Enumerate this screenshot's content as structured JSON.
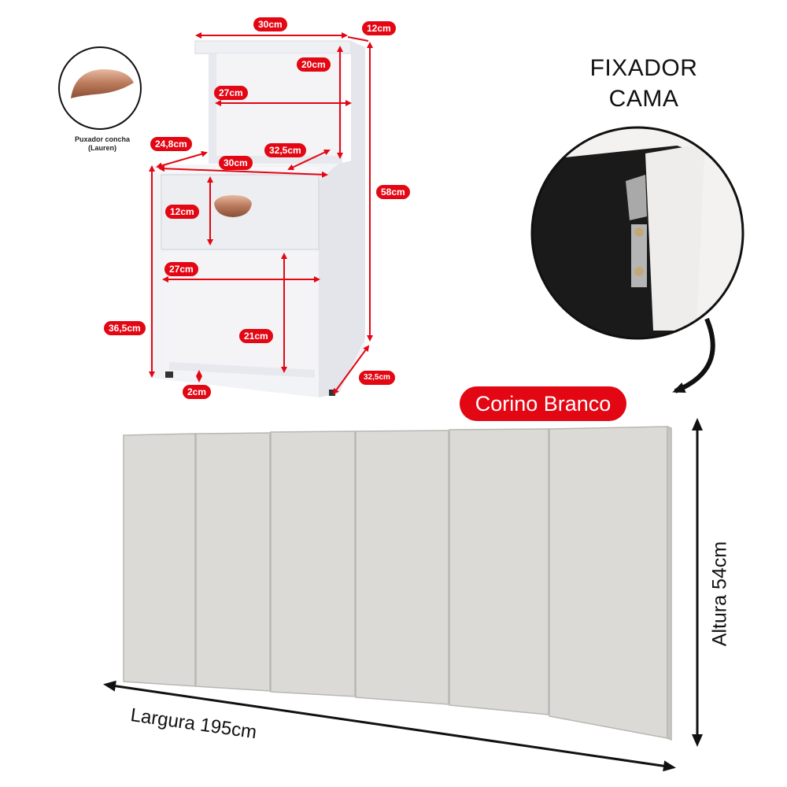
{
  "nightstand": {
    "labels": {
      "top_width": "30cm",
      "top_depth": "12cm",
      "niche_height": "20cm",
      "niche_width": "27cm",
      "side_depth": "24,8cm",
      "inner_depth": "32,5cm",
      "body_width": "30cm",
      "total_height": "58cm",
      "drawer_height": "12cm",
      "lower_width": "27cm",
      "body_height": "36,5cm",
      "lower_height": "21cm",
      "foot_height": "2cm",
      "base_depth": "32,5cm"
    },
    "handle_caption_line1": "Puxador concha",
    "handle_caption_line2": "(Lauren)"
  },
  "fixador": {
    "line1": "FIXADOR",
    "line2": "CAMA"
  },
  "headboard": {
    "material_label": "Corino Branco",
    "width_label": "Largura 195cm",
    "height_label": "Altura 54cm",
    "color": "#dcdad6"
  },
  "accent_color": "#e30613"
}
